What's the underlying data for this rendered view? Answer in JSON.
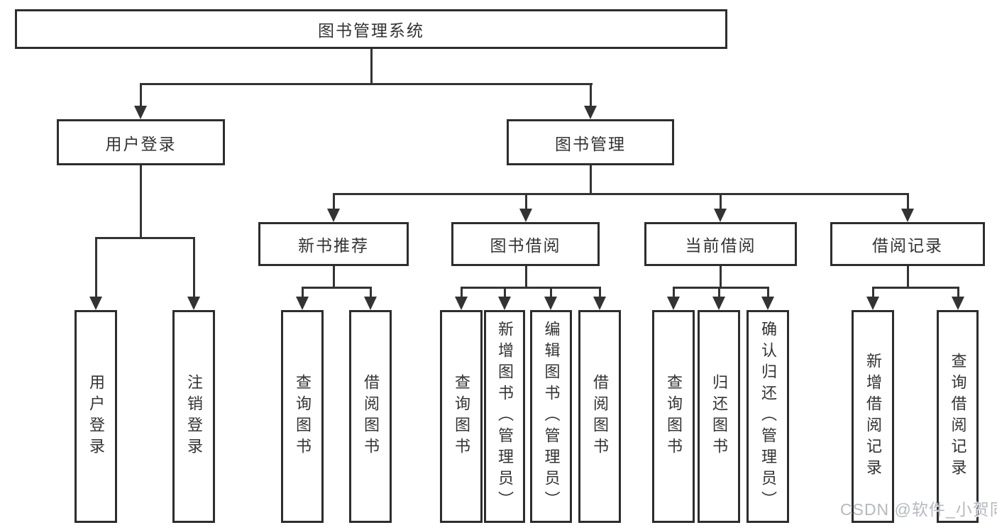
{
  "diagram": {
    "title": "图书管理系统",
    "watermark": "CSDN @软件_小贺同学",
    "colors": {
      "line": "#333333",
      "box_border": "#2d2d2d",
      "box_fill": "#ffffff",
      "text": "#333333",
      "watermark": "#b5b9be",
      "background": "#ffffff"
    },
    "nodes": {
      "root": {
        "label": "图书管理系统"
      },
      "user_login": {
        "label": "用户登录"
      },
      "book_mgmt": {
        "label": "图书管理"
      },
      "new_book_rec": {
        "label": "新书推荐"
      },
      "book_borrow": {
        "label": "图书借阅"
      },
      "current_borrow": {
        "label": "当前借阅"
      },
      "borrow_records": {
        "label": "借阅记录"
      },
      "leaf_user_login": {
        "label": "用户登录"
      },
      "leaf_logout": {
        "label": "注销登录"
      },
      "leaf_rec_query_book": {
        "label": "查询图书"
      },
      "leaf_rec_borrow_book": {
        "label": "借阅图书"
      },
      "leaf_bb_query_book": {
        "label": "查询图书"
      },
      "leaf_bb_add_book": {
        "label": "新增图书（管理员）"
      },
      "leaf_bb_edit_book": {
        "label": "编辑图书（管理员）"
      },
      "leaf_bb_borrow_book": {
        "label": "借阅图书"
      },
      "leaf_cb_query_book": {
        "label": "查询图书"
      },
      "leaf_cb_return_book": {
        "label": "归还图书"
      },
      "leaf_cb_confirm_return": {
        "label": "确认归还（管理员）"
      },
      "leaf_br_add_record": {
        "label": "新增借阅记录"
      },
      "leaf_br_query_record": {
        "label": "查询借阅记录"
      }
    },
    "hierarchy": {
      "图书管理系统": {
        "用户登录": [
          "用户登录",
          "注销登录"
        ],
        "图书管理": {
          "新书推荐": [
            "查询图书",
            "借阅图书"
          ],
          "图书借阅": [
            "查询图书",
            "新增图书（管理员）",
            "编辑图书（管理员）",
            "借阅图书"
          ],
          "当前借阅": [
            "查询图书",
            "归还图书",
            "确认归还（管理员）"
          ],
          "借阅记录": [
            "新增借阅记录",
            "查询借阅记录"
          ]
        }
      }
    }
  }
}
